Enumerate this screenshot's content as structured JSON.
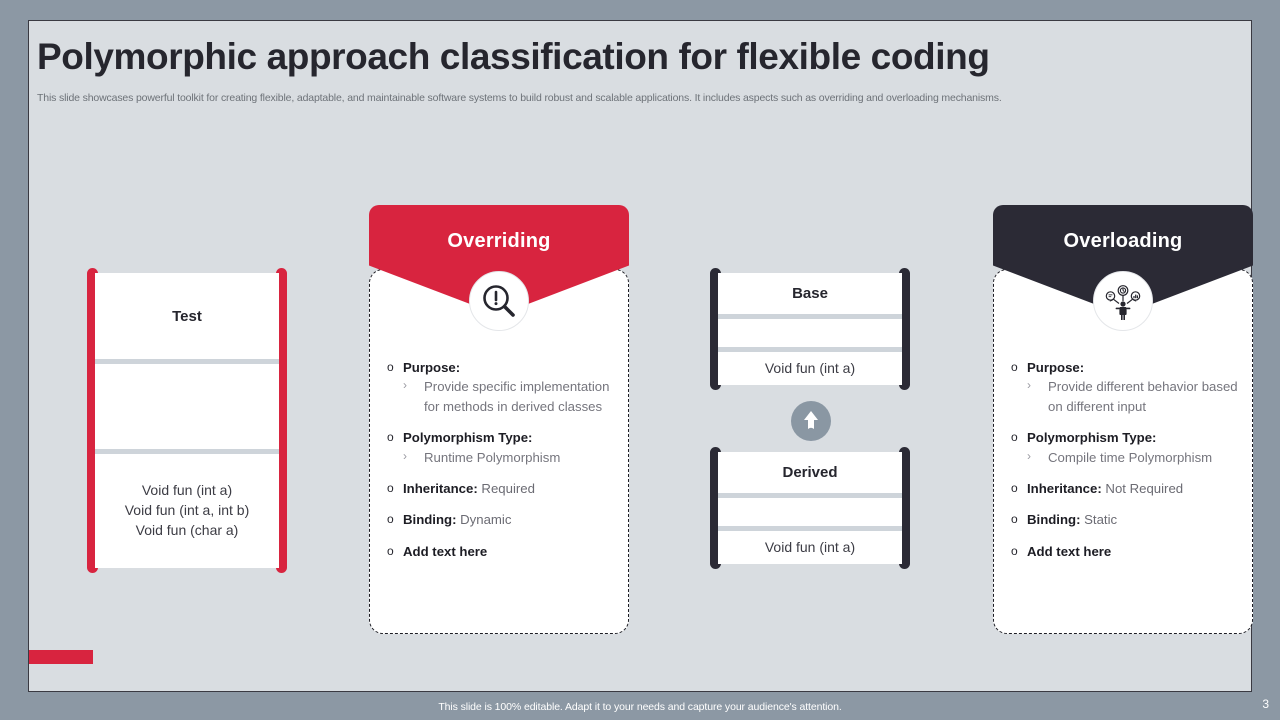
{
  "header": {
    "title": "Polymorphic approach classification for flexible coding",
    "subtitle": "This slide showcases powerful toolkit for creating flexible, adaptable, and maintainable software systems to build robust and scalable applications. It includes aspects such as overriding and overloading mechanisms."
  },
  "colors": {
    "accent_red": "#d8243f",
    "dark_navy": "#2b2a35",
    "slide_bg": "#d9dde1",
    "outer_bg": "#8c98a4",
    "divider_gray": "#ced4da",
    "arrow_circle": "#8a97a3"
  },
  "test_box": {
    "title": "Test",
    "methods": "Void fun (int a)\nVoid fun (int a, int b)\nVoid fun (char a)"
  },
  "base_box": {
    "title": "Base",
    "method": "Void fun (int a)"
  },
  "derived_box": {
    "title": "Derived",
    "method": "Void fun (int a)"
  },
  "inheritance_arrow": {
    "icon": "arrow-up-icon"
  },
  "overriding": {
    "title": "Overriding",
    "icon": "magnifier-exclamation-icon",
    "items": [
      {
        "label": "Purpose:",
        "value": "",
        "marker": "o",
        "sub_marker": "›",
        "sub": "Provide specific implementation for methods in derived classes"
      },
      {
        "label": "Polymorphism Type:",
        "value": "",
        "marker": "o",
        "sub_marker": "›",
        "sub": "Runtime Polymorphism"
      },
      {
        "label": "Inheritance:",
        "value": "Required",
        "marker": "o",
        "sub": ""
      },
      {
        "label": "Binding:",
        "value": "Dynamic",
        "marker": "o",
        "sub": ""
      },
      {
        "label": "Add text here",
        "value": "",
        "marker": "o",
        "sub": ""
      }
    ]
  },
  "overloading": {
    "title": "Overloading",
    "icon": "person-speech-bubbles-icon",
    "items": [
      {
        "label": "Purpose:",
        "value": "",
        "marker": "o",
        "sub_marker": "›",
        "sub": "Provide different behavior based on different input"
      },
      {
        "label": "Polymorphism Type:",
        "value": "",
        "marker": "o",
        "sub_marker": "›",
        "sub": "Compile time Polymorphism"
      },
      {
        "label": "Inheritance:",
        "value": "Not Required",
        "marker": "o",
        "sub": ""
      },
      {
        "label": "Binding:",
        "value": "Static",
        "marker": "o",
        "sub": ""
      },
      {
        "label": "Add text here",
        "value": "",
        "marker": "o",
        "sub": ""
      }
    ]
  },
  "footer": {
    "note": "This slide is 100% editable. Adapt it to your needs and capture your audience's attention.",
    "page_number": "3"
  }
}
